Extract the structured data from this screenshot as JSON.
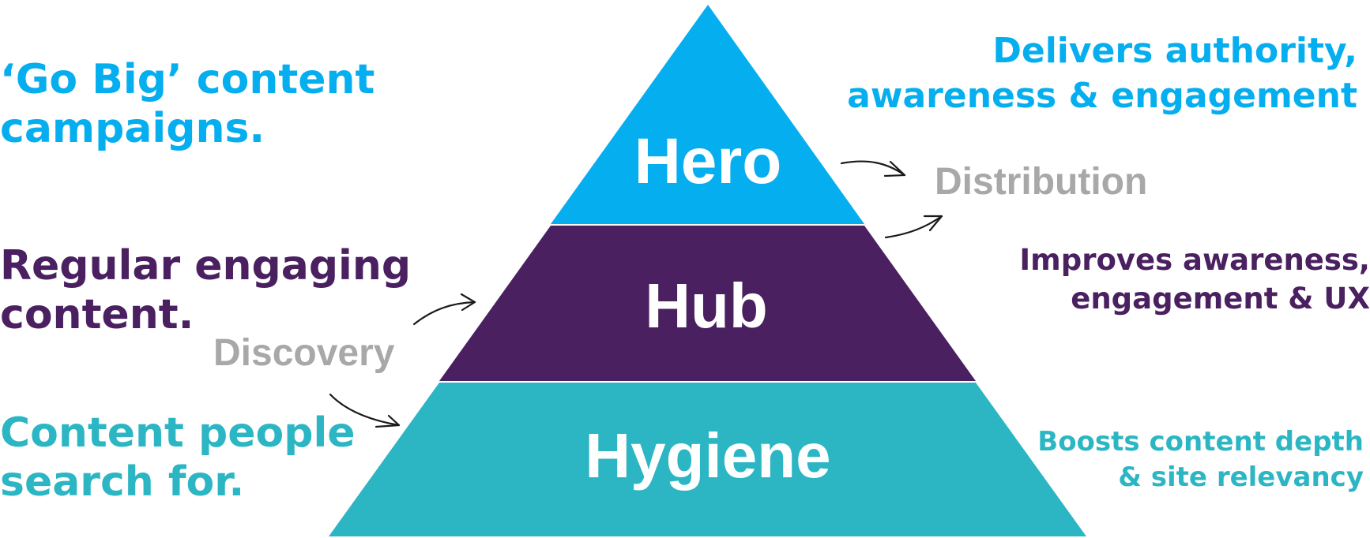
{
  "colors": {
    "hero": "#05aeef",
    "hub": "#4a2060",
    "hygiene": "#2cb6c4",
    "flow_text": "#a8a8a8"
  },
  "pyramid": {
    "hero": {
      "label": "Hero"
    },
    "hub": {
      "label": "Hub"
    },
    "hygiene": {
      "label": "Hygiene"
    }
  },
  "left": {
    "hero": {
      "line1": "‘Go Big’ content",
      "line2": "campaigns."
    },
    "hub": {
      "line1": "Regular engaging",
      "line2": "content."
    },
    "hygiene": {
      "line1": "Content people",
      "line2": "search for."
    }
  },
  "right": {
    "hero": {
      "line1": "Delivers authority,",
      "line2": "awareness & engagement"
    },
    "hub": {
      "line1": "Improves awareness,",
      "line2": "engagement & UX"
    },
    "hygiene": {
      "line1": "Boosts content depth",
      "line2": "& site relevancy"
    }
  },
  "flows": {
    "discovery": "Discovery",
    "distribution": "Distribution"
  }
}
